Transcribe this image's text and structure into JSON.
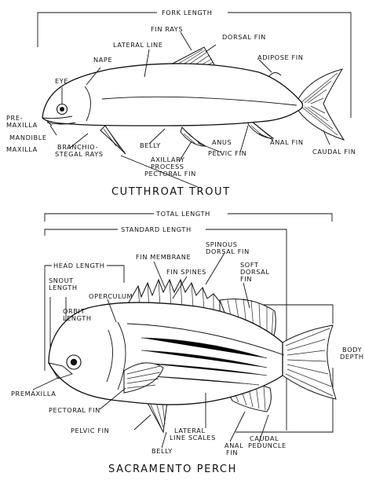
{
  "trout": {
    "title": "CUTTHROAT TROUT",
    "labels": {
      "fork_length": "FORK LENGTH",
      "fin_rays": "FIN RAYS",
      "dorsal_fin": "DORSAL FIN",
      "lateral_line": "LATERAL LINE",
      "nape": "NAPE",
      "adipose_fin": "ADIPOSE FIN",
      "eye": "EYE",
      "premaxilla_1": "PRE-",
      "premaxilla_2": "MAXILLA",
      "mandible": "MANDIBLE",
      "maxilla": "MAXILLA",
      "branchiostegal_1": "BRANCHIO-",
      "branchiostegal_2": "STEGAL RAYS",
      "belly": "BELLY",
      "axillary_1": "AXILLARY",
      "axillary_2": "PROCESS",
      "pectoral_fin": "PECTORAL FIN",
      "anus": "ANUS",
      "pelvic_fin": "PELVIC FIN",
      "anal_fin": "ANAL FIN",
      "caudal_fin": "CAUDAL FIN"
    }
  },
  "perch": {
    "title": "SACRAMENTO PERCH",
    "labels": {
      "total_length": "TOTAL LENGTH",
      "standard_length": "STANDARD LENGTH",
      "head_length": "HEAD LENGTH",
      "fin_membrane": "FIN MEMBRANE",
      "spinous_1": "SPINOUS",
      "spinous_2": "DORSAL FIN",
      "fin_spines": "FIN SPINES",
      "soft_1": "SOFT",
      "soft_2": "DORSAL",
      "soft_3": "FIN",
      "snout_1": "SNOUT",
      "snout_2": "LENGTH",
      "operculum": "OPERCULUM",
      "orbit_1": "ORBIT",
      "orbit_2": "LENGTH",
      "body_1": "BODY",
      "body_2": "DEPTH",
      "premaxilla": "PREMAXILLA",
      "pectoral_fin": "PECTORAL FIN",
      "pelvic_fin": "PELVIC FIN",
      "lateral_1": "LATERAL",
      "lateral_2": "LINE SCALES",
      "anal_1": "ANAL",
      "anal_2": "FIN",
      "caudal_1": "CAUDAL",
      "caudal_2": "PEDUNCLE",
      "belly": "BELLY"
    }
  }
}
